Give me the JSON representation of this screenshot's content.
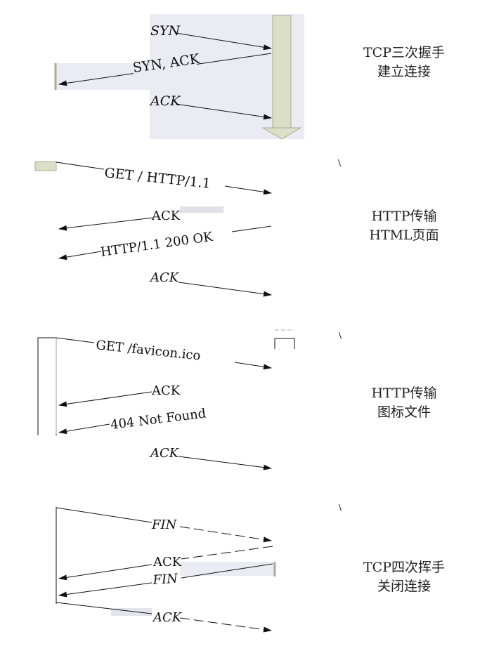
{
  "sections": [
    {
      "caption": [
        "TCP三次握手",
        "建立连接"
      ],
      "messages": [
        "SYN",
        "SYN, ACK",
        "ACK"
      ]
    },
    {
      "caption": [
        "HTTP传输",
        "HTML页面"
      ],
      "messages": [
        "GET / HTTP/1.1",
        "ACK",
        "HTTP/1.1 200 OK",
        "ACK"
      ]
    },
    {
      "caption": [
        "HTTP传输",
        "图标文件"
      ],
      "messages": [
        "GET /favicon.ico",
        "ACK",
        "404 Not Found",
        "ACK"
      ]
    },
    {
      "caption": [
        "TCP四次挥手",
        "关闭连接"
      ],
      "messages": [
        "FIN",
        "ACK",
        "FIN",
        "ACK"
      ]
    }
  ],
  "colors": {
    "panel": "#ebebf3",
    "lifeline_fill": "#dcdfc8",
    "lifeline_stroke": "#a8ab96",
    "line": "#111111"
  }
}
